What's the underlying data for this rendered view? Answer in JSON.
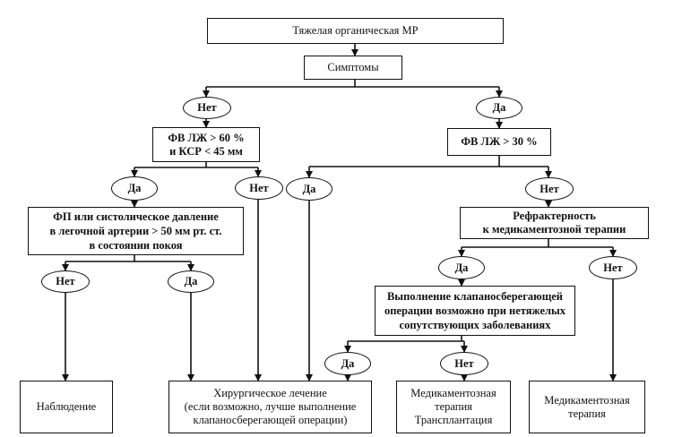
{
  "nodes": {
    "root": "Тяжелая органическая МР",
    "symptoms": "Симптомы",
    "no1": "Нет",
    "yes1": "Да",
    "ef_left": [
      "ФВ ЛЖ > 60 %",
      "и КСР < 45 мм"
    ],
    "ef_right": "ФВ ЛЖ > 30 %",
    "yes2": "Да",
    "no2": "Нет",
    "yes3": "Да",
    "no3": "Нет",
    "af": [
      "ФП или систолическое давление",
      "в легочной артерии > 50 мм рт. ст.",
      "в состоянии покоя"
    ],
    "refractory": [
      "Рефрактерность",
      "к медикаментозной терапии"
    ],
    "no4": "Нет",
    "yes4": "Да",
    "yes5": "Да",
    "no5": "Нет",
    "valve": [
      "Выполнение клапаносберегающей",
      "операции возможно при нетяжелых",
      "сопутствующих заболеваниях"
    ],
    "yes6": "Да",
    "no6": "Нет",
    "observation": "Наблюдение",
    "surgery": [
      "Хирургическое лечение",
      "(если возможно, лучше выполнение",
      "клапаносберегающей операции)"
    ],
    "med_transplant": [
      "Медикаментозная",
      "терапия",
      "Трансплантация"
    ],
    "med": [
      "Медикаментозная",
      "терапия"
    ]
  },
  "colors": {
    "stroke": "#111111",
    "fill": "#ffffff"
  }
}
